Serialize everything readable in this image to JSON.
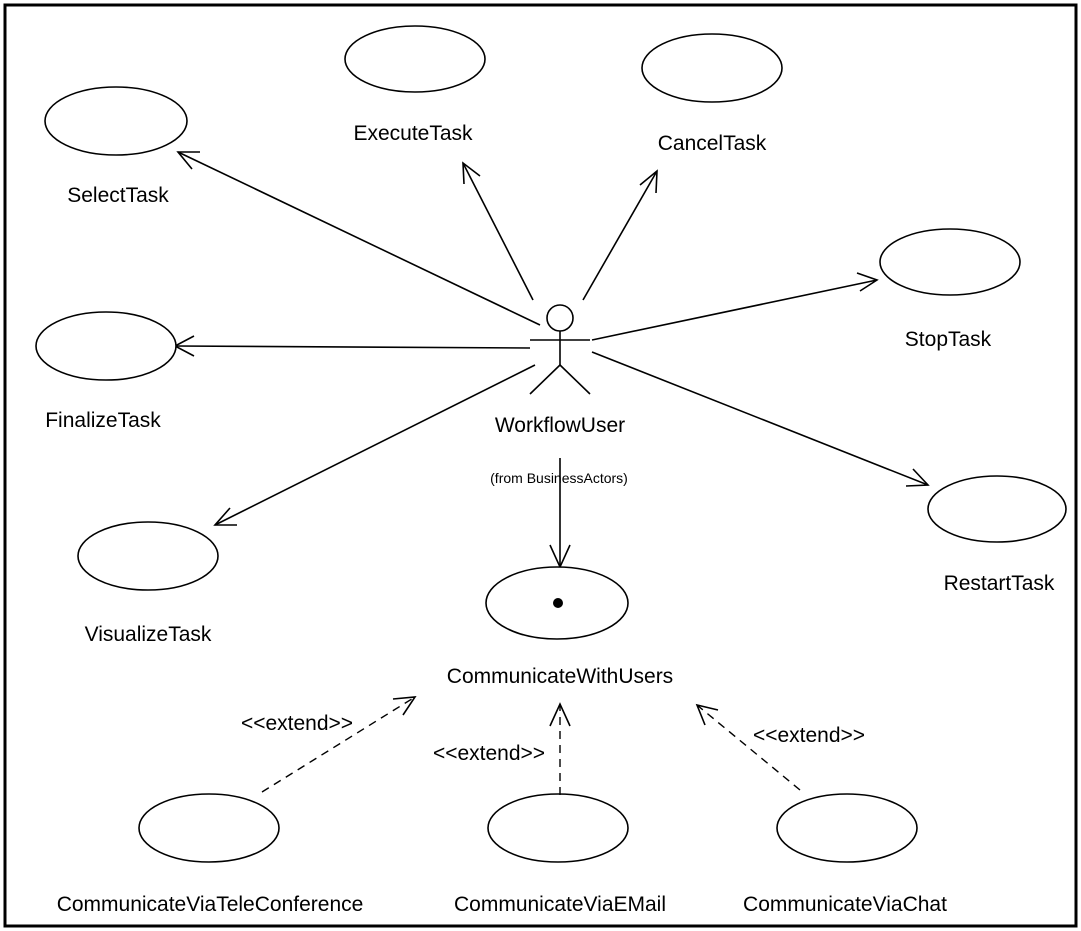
{
  "actor": {
    "name": "WorkflowUser",
    "package_note": "(from BusinessActors)"
  },
  "use_cases": {
    "select_task": "SelectTask",
    "execute_task": "ExecuteTask",
    "cancel_task": "CancelTask",
    "stop_task": "StopTask",
    "finalize_task": "FinalizeTask",
    "restart_task": "RestartTask",
    "visualize_task": "VisualizeTask",
    "communicate_with_users": "CommunicateWithUsers",
    "communicate_via_teleconference": "CommunicateViaTeleConference",
    "communicate_via_email": "CommunicateViaEMail",
    "communicate_via_chat": "CommunicateViaChat"
  },
  "extend_labels": {
    "teleconference": "<<extend>>",
    "email": "<<extend>>",
    "chat": "<<extend>>"
  }
}
